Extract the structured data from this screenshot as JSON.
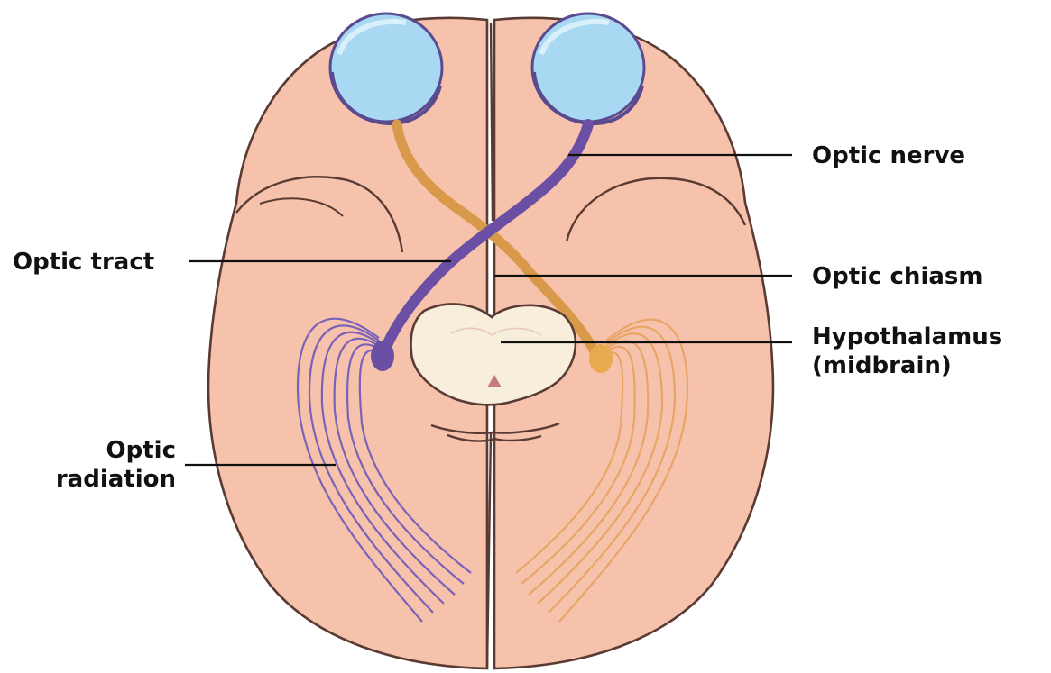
{
  "diagram": {
    "labels": {
      "optic_nerve": "Optic nerve",
      "optic_tract": "Optic tract",
      "optic_chiasm": "Optic chiasm",
      "hypothalamus_line1": "Hypothalamus",
      "hypothalamus_line2": "(midbrain)",
      "optic_radiation_line1": "Optic",
      "optic_radiation_line2": "radiation"
    },
    "colors": {
      "brain_fill": "#f6c2ab",
      "brain_outline": "#5a3b33",
      "eye_fill": "#a9d8f2",
      "left_pathway": "#6b4fa5",
      "right_pathway": "#d89a4a",
      "midbrain_fill": "#f8eedc"
    }
  }
}
